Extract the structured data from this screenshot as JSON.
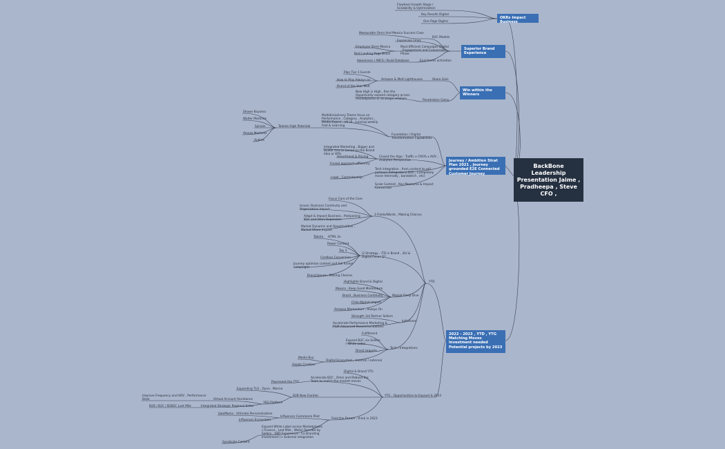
{
  "root": "BackBone Leadership Presentation Jaime , Pradheepa , Steve CFO ,",
  "branches": {
    "okr": "OKRs Impact Business",
    "brand": "Superior Brand Experience",
    "win": "Win within the Winners",
    "journey": "Journey / Ambition Strat Plan 2021 , Journey grounded E2E Connected Customer Journey",
    "ytd": "2022 - 2023 , YTD , YTG Matching Moves Investment needed Potential projects by 2023"
  },
  "okr": {
    "flywheel": "Flywheel Growth Stage / Scalability & Optimization",
    "kri": "Key Results Digital",
    "onepage": "One Page Digital"
  },
  "brand": {
    "memorable": "Memorable Omni And Mexico Success Case",
    "b2c": "B2C Models",
    "expansion": "Expansion Lines",
    "employee": "Employee Store Mexico",
    "campaigns": "Most Efficient Campaigns Digital , Engagement and Conversion Phase",
    "landing": "Bird Landing Page Brasil",
    "awareness": "Awareness / ABCS / Build Database",
    "enrichness": "Enrichness activation"
  },
  "win": {
    "plantier": "Plan Tier 1 Events",
    "howplay": "How to Play Always on",
    "brandyear": "Brand of the Year Melt",
    "amazon": "Amazon & Melt Lighthouses",
    "sharegain": "Share Gain",
    "newhigh": "New High is High , fine the Opportunity expand category across marketplaces or strategic retailers",
    "penetration": "Penetration Gains"
  },
  "journey": {
    "people": [
      "Shawn Koyama",
      "Walter Martinez",
      "Sylvain",
      "Alonzo Martinez",
      "Andres"
    ],
    "talents": "Talents High Potential",
    "multidisc": "Multidisciplinary Teams focus on Performance , Category , Analytics , Media Expert , UX UI , running weekly Fast & Learning",
    "foundation": "Foundation / Digital Transformation Capabilities",
    "integrated": "Integrated Marketing , Bigger and Bolder events based on the Brand Idea or KPIs",
    "assortment": "Assortment & Pricing",
    "funnel": "Funnel approach efficiency",
    "closed": "Closed the Algo : Traffic x CRV% x AOV , Analytics Perspective",
    "tech": "Tech integration , from content to sell partners (Integrators) B2C , Completely move Internally , bandwitch , etc)",
    "legal": "Legal , Commitership ,",
    "scale": "Scale Content , Key Measures & Impact Conversion"
  },
  "ytd": {
    "ytd": "YTD",
    "choices": {
      "label": "3 Fields/Words , Making Choices",
      "items": [
        "Focus Core of the Core",
        "Issues: Business Continuity and Organization Impact",
        "Adapt & Impact Business , Postponing B2C and Omni Expansion",
        "Market Dynamic and Opportunities , Market Share Impact"
      ]
    },
    "strategy": {
      "label": "i2 Strategy , iTD in Brand , 3IU & Digital Focus Q?",
      "h1": "HTML 2x",
      "tabata": "Tabata",
      "items": [
        "Power Content",
        "Top 3",
        "Cordless Conversion",
        "Journey optimize content and full funnel campaigns",
        "Brand House , Making Choices"
      ]
    },
    "deepdive": {
      "label": "Market Deep Dive",
      "items": [
        "Highlights Brand & Digital",
        "Mexico , Keep Good Momentum",
        "Brazil , Business Continuity",
        "Chile Market Impact",
        "Amazon Momentum , Always On"
      ]
    },
    "initiatives": {
      "label": "Initiatives",
      "items": [
        "Strength 3rd Partner Sellers",
        "Accelerate Performance Marketing & PGM Advanced Recommendations"
      ]
    },
    "techint": {
      "label": "Tech / Integrations",
      "items": [
        "Fulfillment",
        "Expand B2C via Sellers , White Label",
        "Direct Imports"
      ],
      "ecosystem": "Digital Ecosystem , Internal / external",
      "media": "Media Buy",
      "assets": "Assets Creation"
    },
    "ytg": {
      "label": "YTG , Opportunities to Expand & 2023",
      "digitalbrand": "Digital & Brand YTG",
      "accelerate": "Accelerate B2C , Omni and Rebuild the Team to match the market moves",
      "represent": "Represent the YTG",
      "frontier": "B2B New Frontier",
      "expanding": "Expanding TLG , Dyna , Marine",
      "improve": "Improve Frequency and AOV , Performance Desk",
      "virtual": "Virtual Account Assistance",
      "platform": "3SG Platform",
      "b2d": "B2D / B2C / B2B2C Last Mile",
      "regional": "Integrated Strategic Regional Seller",
      "salemarks": "SaleMarks , Ultimate Personalization",
      "influencer": "Influencer Commerce Pilot",
      "ecosystem": "Influencer Ecosystem",
      "dream": "Field the Dream , think in 2023",
      "whitelabel": "Expand White Label across Marketplaces ( Finance , Last Mile , Walls) Operate by Sellers , SBD Experience : Co Branding Investment (+ External integration",
      "syndicate": "Syndicate Content"
    }
  }
}
